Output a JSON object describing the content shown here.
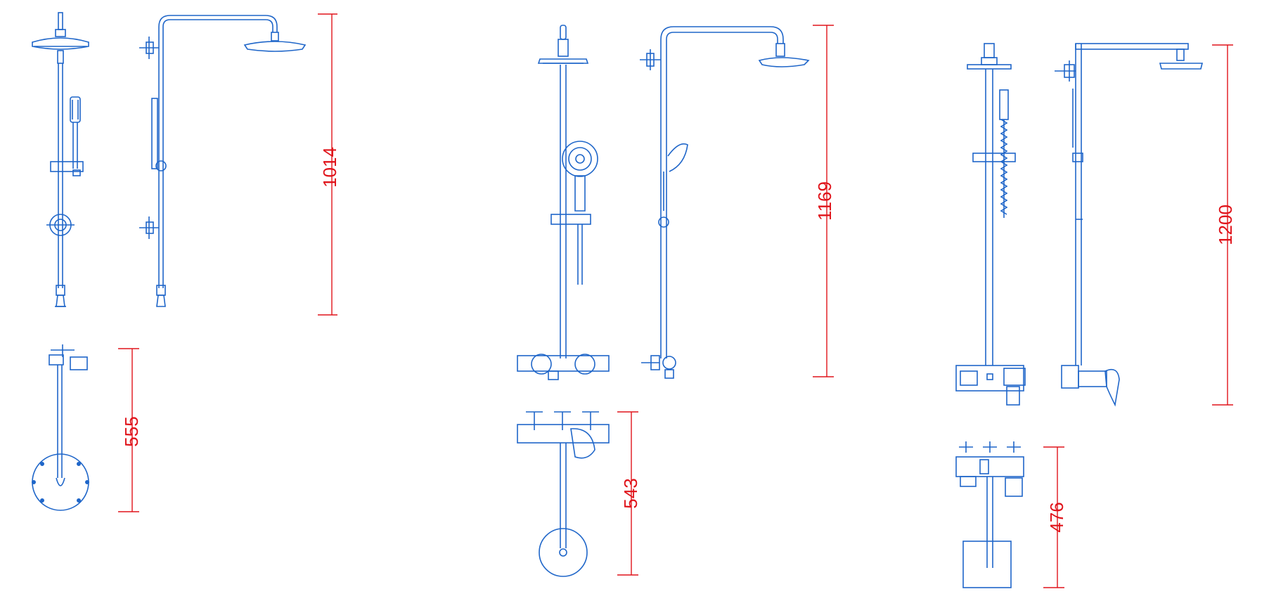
{
  "diagram": {
    "colors": {
      "background": "#ffffff",
      "line": "#1f66c9",
      "dimension": "#e0141b"
    },
    "sets": [
      {
        "id": "set-1",
        "dimensions": {
          "height": "1014",
          "depth": "555"
        }
      },
      {
        "id": "set-2",
        "dimensions": {
          "height": "1169",
          "depth": "543"
        }
      },
      {
        "id": "set-3",
        "dimensions": {
          "height": "1200",
          "depth": "476"
        }
      }
    ]
  }
}
